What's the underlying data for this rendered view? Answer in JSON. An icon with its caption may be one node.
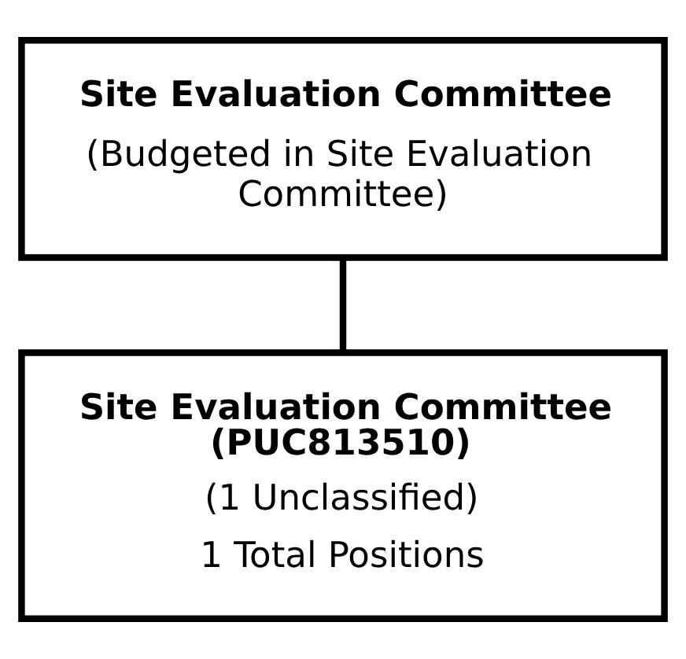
{
  "diagram": {
    "nodes": [
      {
        "text": [
          "Site Evaluation Committee",
          "(Budgeted in Site Evaluation Committee)"
        ]
      },
      {
        "text": [
          "Site Evaluation Committee (PUC813510)",
          "(1 Unclassified)",
          "1 Total Positions"
        ]
      }
    ],
    "edges": [
      {
        "from": 0,
        "to": 1,
        "arrow": "none"
      }
    ]
  }
}
